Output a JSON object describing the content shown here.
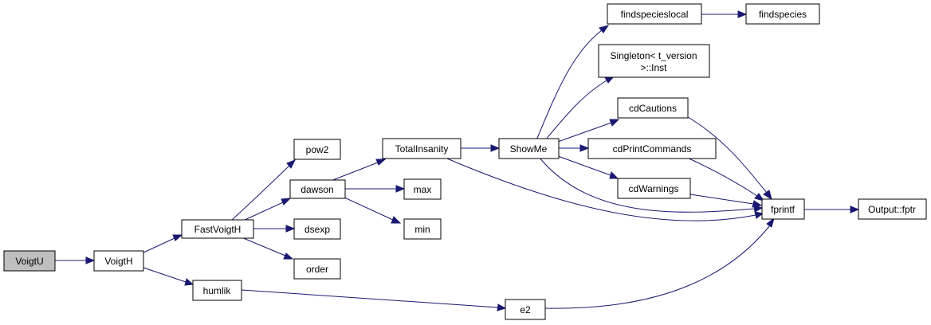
{
  "colors": {
    "edge": "#191970",
    "node_fill": "#ffffff",
    "root_fill": "#bfbfbf",
    "border": "#000000"
  },
  "nodes": {
    "voigtu": {
      "label": "VoigtU"
    },
    "voigth": {
      "label": "VoigtH"
    },
    "fastvoigth": {
      "label": "FastVoigtH"
    },
    "humlik": {
      "label": "humlik"
    },
    "pow2": {
      "label": "pow2"
    },
    "dawson": {
      "label": "dawson"
    },
    "dsexp": {
      "label": "dsexp"
    },
    "order": {
      "label": "order"
    },
    "totalinsanity": {
      "label": "TotalInsanity"
    },
    "max": {
      "label": "max"
    },
    "min": {
      "label": "min"
    },
    "e2": {
      "label": "e2"
    },
    "showme": {
      "label": "ShowMe"
    },
    "findspecieslocal": {
      "label": "findspecieslocal"
    },
    "findspecies": {
      "label": "findspecies"
    },
    "singleton": {
      "label_line1": "Singleton< t_version",
      "label_line2": ">::Inst"
    },
    "cdcautions": {
      "label": "cdCautions"
    },
    "cdprintcommands": {
      "label": "cdPrintCommands"
    },
    "cdwarnings": {
      "label": "cdWarnings"
    },
    "fprintf": {
      "label": "fprintf"
    },
    "outputfptr": {
      "label": "Output::fptr"
    }
  }
}
